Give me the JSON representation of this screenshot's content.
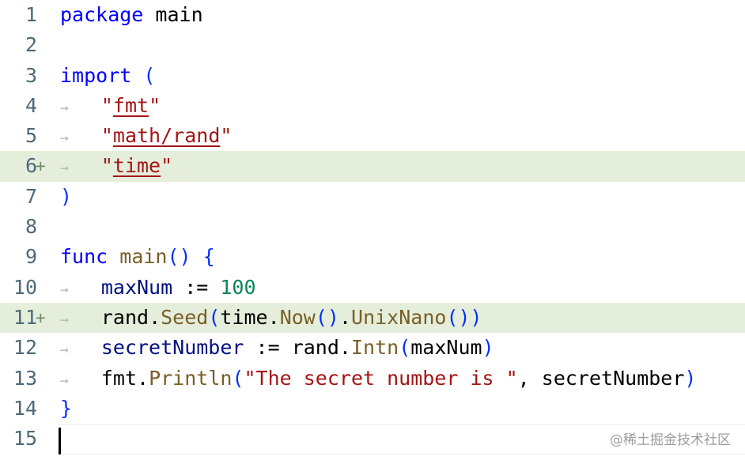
{
  "editor": {
    "arrow": "→",
    "plus": "+",
    "lines": [
      {
        "num": "1",
        "added": false,
        "indent": false,
        "tokens": [
          {
            "t": "package",
            "c": "kw"
          },
          {
            "t": " ",
            "c": "pl"
          },
          {
            "t": "main",
            "c": "pl"
          }
        ]
      },
      {
        "num": "2",
        "added": false,
        "indent": false,
        "tokens": []
      },
      {
        "num": "3",
        "added": false,
        "indent": false,
        "tokens": [
          {
            "t": "import",
            "c": "kw"
          },
          {
            "t": " ",
            "c": "pl"
          },
          {
            "t": "(",
            "c": "br"
          }
        ]
      },
      {
        "num": "4",
        "added": false,
        "indent": true,
        "tokens": [
          {
            "t": "\"",
            "c": "str"
          },
          {
            "t": "fmt",
            "c": "str imp"
          },
          {
            "t": "\"",
            "c": "str"
          }
        ]
      },
      {
        "num": "5",
        "added": false,
        "indent": true,
        "tokens": [
          {
            "t": "\"",
            "c": "str"
          },
          {
            "t": "math/rand",
            "c": "str imp"
          },
          {
            "t": "\"",
            "c": "str"
          }
        ]
      },
      {
        "num": "6",
        "added": true,
        "indent": true,
        "tokens": [
          {
            "t": "\"",
            "c": "str"
          },
          {
            "t": "time",
            "c": "str imp"
          },
          {
            "t": "\"",
            "c": "str"
          }
        ]
      },
      {
        "num": "7",
        "added": false,
        "indent": false,
        "tokens": [
          {
            "t": ")",
            "c": "br"
          }
        ]
      },
      {
        "num": "8",
        "added": false,
        "indent": false,
        "tokens": []
      },
      {
        "num": "9",
        "added": false,
        "indent": false,
        "tokens": [
          {
            "t": "func",
            "c": "kw"
          },
          {
            "t": " ",
            "c": "pl"
          },
          {
            "t": "main",
            "c": "fn"
          },
          {
            "t": "()",
            "c": "br"
          },
          {
            "t": " ",
            "c": "pl"
          },
          {
            "t": "{",
            "c": "br"
          }
        ]
      },
      {
        "num": "10",
        "added": false,
        "indent": true,
        "tokens": [
          {
            "t": "maxNum",
            "c": "id"
          },
          {
            "t": " := ",
            "c": "pl"
          },
          {
            "t": "100",
            "c": "num"
          }
        ]
      },
      {
        "num": "11",
        "added": true,
        "indent": true,
        "tokens": [
          {
            "t": "rand",
            "c": "pl"
          },
          {
            "t": ".",
            "c": "pl"
          },
          {
            "t": "Seed",
            "c": "fn"
          },
          {
            "t": "(",
            "c": "br"
          },
          {
            "t": "time",
            "c": "pl"
          },
          {
            "t": ".",
            "c": "pl"
          },
          {
            "t": "Now",
            "c": "fn"
          },
          {
            "t": "()",
            "c": "br"
          },
          {
            "t": ".",
            "c": "pl"
          },
          {
            "t": "UnixNano",
            "c": "fn"
          },
          {
            "t": "()",
            "c": "br"
          },
          {
            "t": ")",
            "c": "br"
          }
        ]
      },
      {
        "num": "12",
        "added": false,
        "indent": true,
        "tokens": [
          {
            "t": "secretNumber",
            "c": "id"
          },
          {
            "t": " := ",
            "c": "pl"
          },
          {
            "t": "rand",
            "c": "pl"
          },
          {
            "t": ".",
            "c": "pl"
          },
          {
            "t": "Intn",
            "c": "fn"
          },
          {
            "t": "(",
            "c": "br"
          },
          {
            "t": "maxNum",
            "c": "pl"
          },
          {
            "t": ")",
            "c": "br"
          }
        ]
      },
      {
        "num": "13",
        "added": false,
        "indent": true,
        "tokens": [
          {
            "t": "fmt",
            "c": "pl"
          },
          {
            "t": ".",
            "c": "pl"
          },
          {
            "t": "Println",
            "c": "fn"
          },
          {
            "t": "(",
            "c": "br"
          },
          {
            "t": "\"The secret number is \"",
            "c": "str"
          },
          {
            "t": ", ",
            "c": "pl"
          },
          {
            "t": "secretNumber",
            "c": "pl"
          },
          {
            "t": ")",
            "c": "br"
          }
        ]
      },
      {
        "num": "14",
        "added": false,
        "indent": false,
        "tokens": [
          {
            "t": "}",
            "c": "br"
          }
        ]
      },
      {
        "num": "15",
        "added": false,
        "indent": false,
        "tokens": []
      }
    ]
  },
  "watermark": "@稀土掘金技术社区"
}
